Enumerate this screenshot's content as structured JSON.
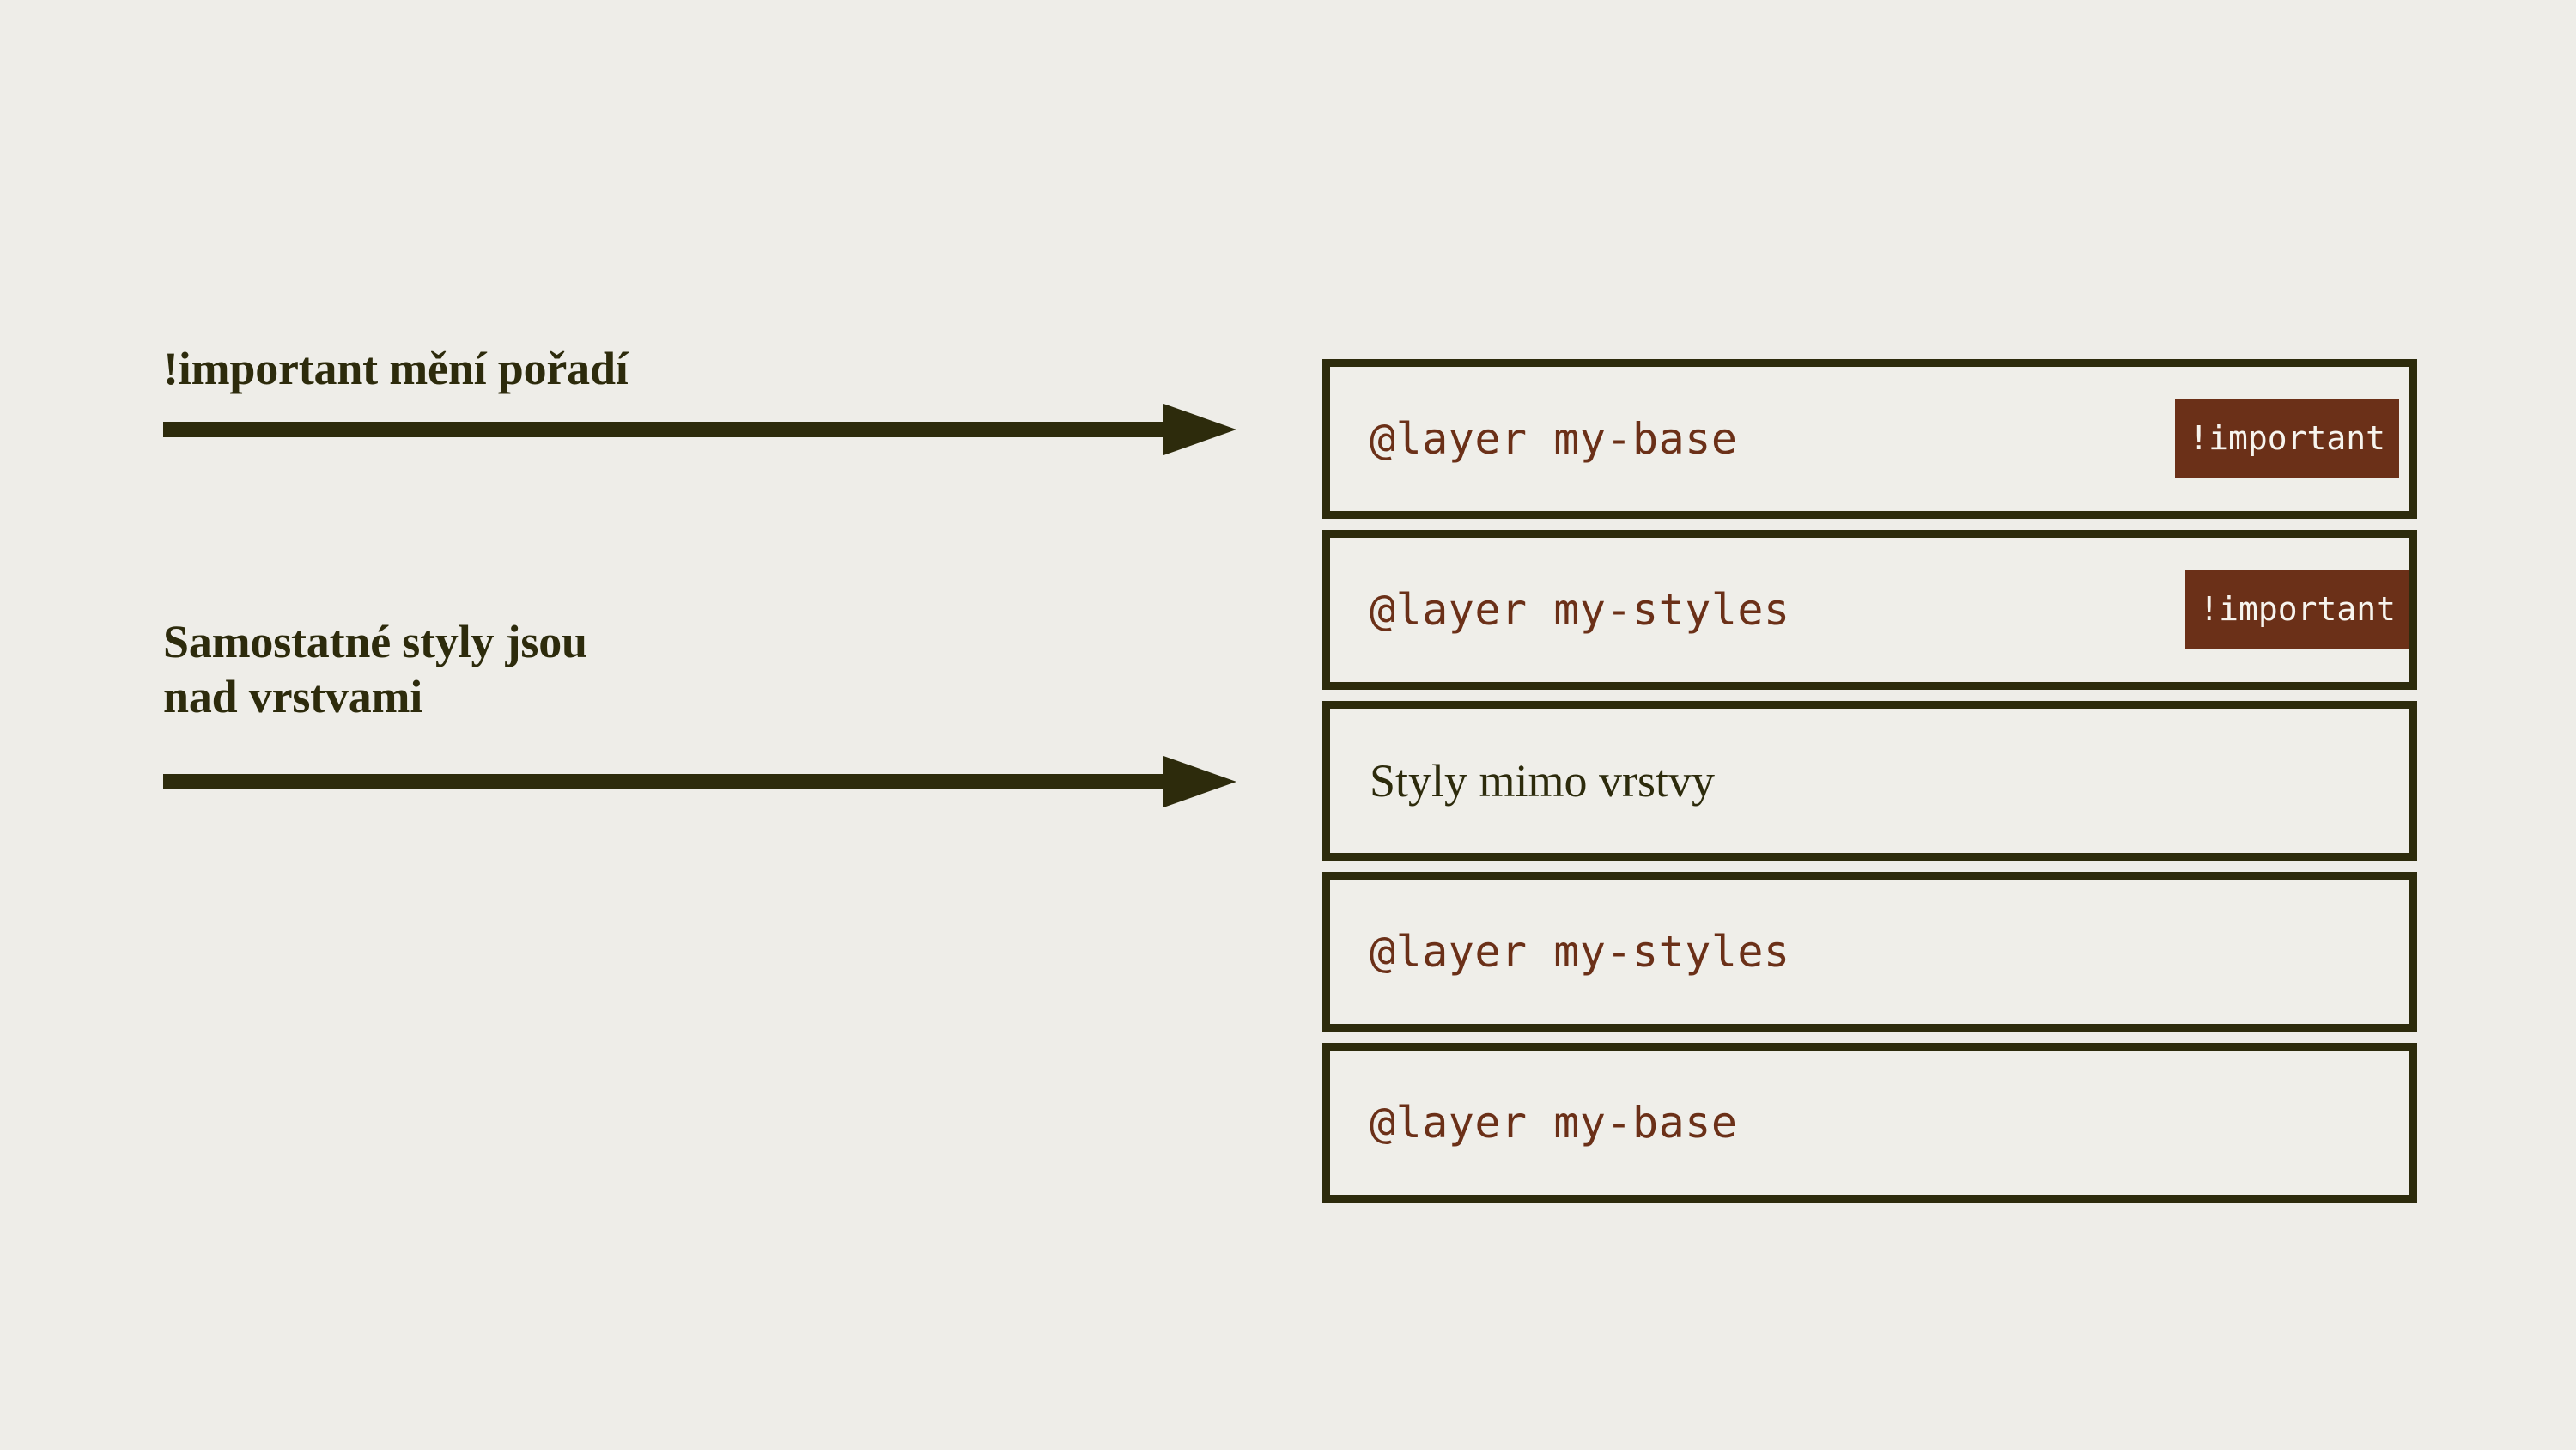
{
  "colors": {
    "page_background": "#eeede8",
    "box_background": "#efeee9",
    "border_dark": "#2d2b0c",
    "text_dark": "#2d2b0c",
    "layer_text_brown": "#6b3018",
    "badge_background": "#6b3018",
    "badge_text": "#f7f4ee"
  },
  "annotations": [
    {
      "label": "!important mění pořadí",
      "arrow": "arrow-right",
      "points_to": "@layer my-base"
    },
    {
      "label": "Samostatné styly jsou\nnad vrstvami",
      "arrow": "arrow-right",
      "points_to": "Styly mimo vrstvy"
    }
  ],
  "layer_stack": {
    "boxes": [
      {
        "name": "@layer my-base",
        "style": "mono",
        "badge": "!important",
        "badge_position": "gap-right"
      },
      {
        "name": "@layer my-styles",
        "style": "mono",
        "badge": "!important",
        "badge_position": "flush-right"
      },
      {
        "name": "Styly mimo vrstvy",
        "style": "plain",
        "badge": null,
        "badge_position": null
      },
      {
        "name": "@layer my-styles",
        "style": "mono",
        "badge": null,
        "badge_position": null
      },
      {
        "name": "@layer my-base",
        "style": "mono",
        "badge": null,
        "badge_position": null
      }
    ]
  }
}
